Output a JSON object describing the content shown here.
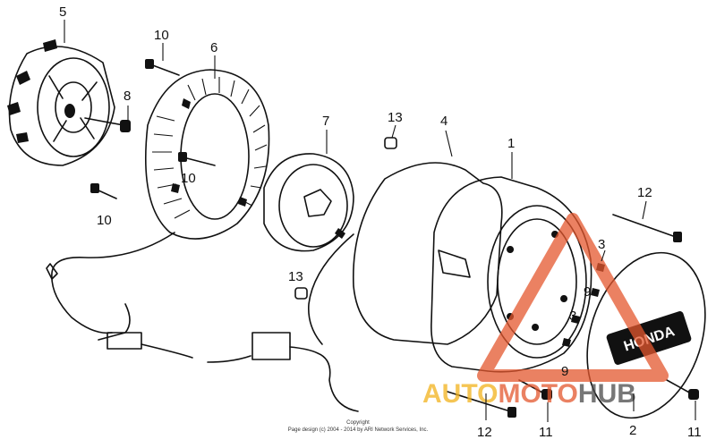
{
  "parts": [
    {
      "id": "label-1",
      "number": "1"
    },
    {
      "id": "label-2",
      "number": "2"
    },
    {
      "id": "label-3a",
      "number": "3"
    },
    {
      "id": "label-3b",
      "number": "3"
    },
    {
      "id": "label-4",
      "number": "4"
    },
    {
      "id": "label-5",
      "number": "5"
    },
    {
      "id": "label-6",
      "number": "6"
    },
    {
      "id": "label-7",
      "number": "7"
    },
    {
      "id": "label-8",
      "number": "8"
    },
    {
      "id": "label-9a",
      "number": "9"
    },
    {
      "id": "label-9b",
      "number": "9"
    },
    {
      "id": "label-10a",
      "number": "10"
    },
    {
      "id": "label-10b",
      "number": "10"
    },
    {
      "id": "label-10c",
      "number": "10"
    },
    {
      "id": "label-11a",
      "number": "11"
    },
    {
      "id": "label-11b",
      "number": "11"
    },
    {
      "id": "label-12a",
      "number": "12"
    },
    {
      "id": "label-12b",
      "number": "12"
    },
    {
      "id": "label-13a",
      "number": "13"
    },
    {
      "id": "label-13b",
      "number": "13"
    }
  ],
  "watermark": {
    "word_auto": "AUTO",
    "word_moto": "MOTO",
    "word_hub": "HUB",
    "color_auto": "#f2b21c",
    "color_moto": "#e4572e",
    "color_hub": "#4a4a4a"
  },
  "cover_badge_text": "HONDA",
  "copyright": {
    "line1": "Copyright",
    "line2": "Page design (c) 2004 - 2014 by ARI Network Services, Inc."
  }
}
